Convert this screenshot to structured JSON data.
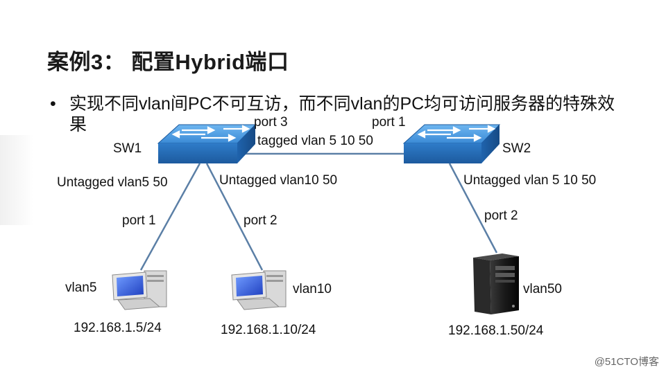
{
  "slide": {
    "title": "案例3： 配置Hybrid端口",
    "bullet": "实现不同vlan间PC不可互访，而不同vlan的PC均可访问服务器的特殊效果",
    "watermark": "@51CTO博客"
  },
  "diagram": {
    "switches": [
      {
        "name": "SW1",
        "port_label": "port 3"
      },
      {
        "name": "SW2",
        "port_label": "port 1"
      }
    ],
    "trunk_label": "tagged vlan 5 10 50",
    "links": [
      {
        "port": "port 1",
        "mode": "Untagged vlan5 50"
      },
      {
        "port": "port 2",
        "mode": "Untagged vlan10 50"
      },
      {
        "port": "port 2",
        "mode": "Untagged vlan 5 10 50"
      }
    ],
    "hosts": [
      {
        "type": "pc",
        "vlan": "vlan5",
        "ip": "192.168.1.5/24"
      },
      {
        "type": "pc",
        "vlan": "vlan10",
        "ip": "192.168.1.10/24"
      },
      {
        "type": "server",
        "vlan": "vlan50",
        "ip": "192.168.1.50/24"
      }
    ],
    "colors": {
      "link": "#5b7fa6",
      "switch": "#2f7cc9",
      "pc_screen": "#2255cc"
    }
  }
}
